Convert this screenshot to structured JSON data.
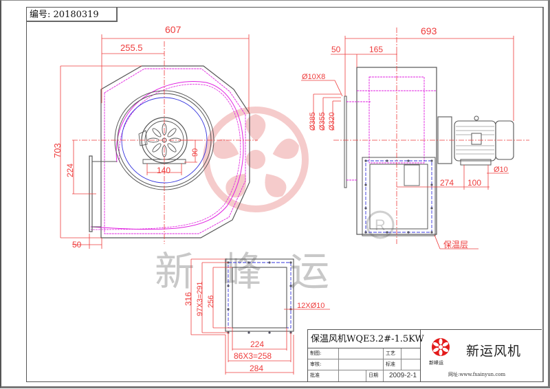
{
  "drawing_number": {
    "label": "编号:",
    "value": "20180319"
  },
  "front_view": {
    "dimensions": {
      "overall_width": "607",
      "inlet_offset": "255.5",
      "overall_height": "703",
      "outlet_height": "224",
      "flange_thickness": "50",
      "motor_mount_width": "140",
      "motor_center_height": "90"
    }
  },
  "side_view": {
    "dimensions": {
      "overall_length": "693",
      "flange_offset": "50",
      "inlet_depth": "165",
      "bolt_holes": "Ø10X8",
      "dia_385": "Ø385",
      "dia_355": "Ø355",
      "dia_320": "Ø320",
      "motor_offset": "274",
      "motor_foot_spacing": "100",
      "foot_hole": "Ø10"
    },
    "insulation_label": "保温层"
  },
  "outlet_flange_view": {
    "dimensions": {
      "outer_height": "316",
      "hole_pitch_vertical": "97X3=291",
      "inner_height": "256",
      "inner_width": "224",
      "hole_pitch_horizontal": "86X3=258",
      "outer_width": "284",
      "holes": "12XØ10"
    }
  },
  "watermark": {
    "text": "新峰运",
    "registered": "®"
  },
  "title_block": {
    "product_name": "保温风机WQE3.2#-1.5KW",
    "rows": [
      {
        "label": "制图:",
        "value": "",
        "label2": "工艺",
        "value2": ""
      },
      {
        "label": "审核:",
        "value": "",
        "label2": "标准",
        "value2": ""
      },
      {
        "label": "批准",
        "value": "",
        "label2": "日期",
        "value2": "2009-2-1"
      }
    ],
    "company_logo_caption": "新峰运",
    "company_name": "新运风机",
    "website": "网址:www.fxainyun.com"
  },
  "colors": {
    "dimension": "#ee3b3b",
    "insulation": "#e020e0",
    "bolt_circle": "#3333dd",
    "outline": "#555555",
    "watermark_logo": "#f5c6c6",
    "watermark_text": "#c8c8c8",
    "logo_red": "#e31b1b"
  }
}
